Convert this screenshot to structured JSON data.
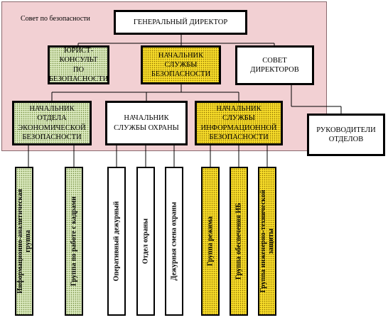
{
  "council": {
    "label": "Совет по безопасности"
  },
  "boxes": {
    "director": "ГЕНЕРАЛЬНЫЙ ДИРЕКТОР",
    "lawyer": "ЮРИСТ-КОНСУЛЬТ\nПО\nБЕЗОПАСНОСТИ",
    "security_head": "НАЧАЛЬНИК\nСЛУЖБЫ\nБЕЗОПАСНОСТИ",
    "board": "СОВЕТ\nДИРЕКТОРОВ",
    "econ_head": "НАЧАЛЬНИК\nОТДЕЛА\nЭКОНОМИЧЕСКОЙ\nБЕЗОПАСНОСТИ",
    "guard_head": "НАЧАЛЬНИК\nСЛУЖБЫ ОХРАНЫ",
    "infosec_head": "НАЧАЛЬНИК\nСЛУЖБЫ\nИНФОРМАЦИОННОЙ\nБЕЗОПАСНОСТИ",
    "dept_heads": "РУКОВОДИТЕЛИ\nОТДЕЛОВ"
  },
  "groups": [
    {
      "label": "Информационно-аналитическая\nгруппа",
      "color": "green"
    },
    {
      "label": "Группа по работе с кадрами",
      "color": "green"
    },
    {
      "label": "Оперативный дежурный",
      "color": "white"
    },
    {
      "label": "Отдел охраны",
      "color": "white"
    },
    {
      "label": "Дежурная смена охраны",
      "color": "white"
    },
    {
      "label": "Группа режима",
      "color": "yellow"
    },
    {
      "label": "Группа обеспечения ИБ",
      "color": "yellow"
    },
    {
      "label": "Группа инженерно-технической\nзащиты",
      "color": "yellow"
    }
  ]
}
